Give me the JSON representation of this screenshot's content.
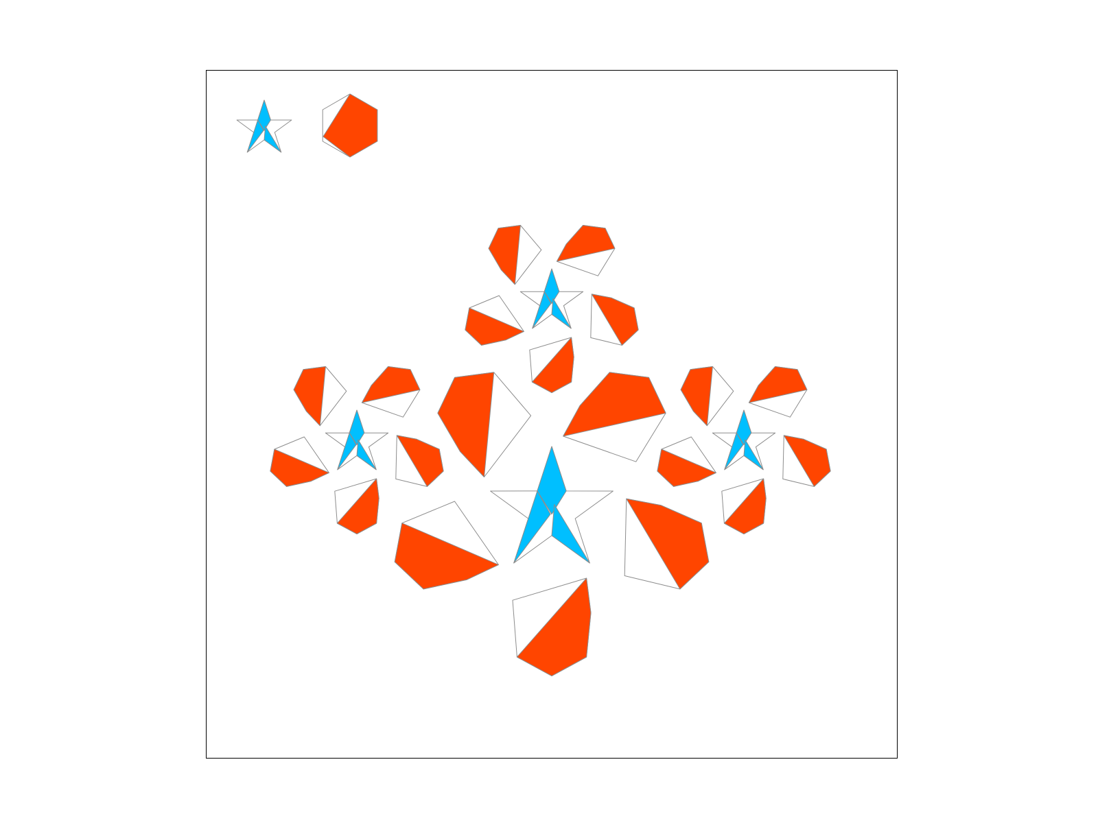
{
  "figure": {
    "description_visible_text": "",
    "colors": {
      "background": "#ffffff",
      "frame": "#000000",
      "outline": "#8c8c8c",
      "star_fill": "#00bfff",
      "pentagon_fill": "#ff4500"
    },
    "legend": [
      {
        "shape": "star"
      },
      {
        "shape": "hexagon"
      }
    ],
    "clusters": [
      {
        "id": "top",
        "scale": "small"
      },
      {
        "id": "left",
        "scale": "small"
      },
      {
        "id": "right",
        "scale": "small"
      },
      {
        "id": "center",
        "scale": "large"
      }
    ],
    "petals_per_cluster": 5
  }
}
